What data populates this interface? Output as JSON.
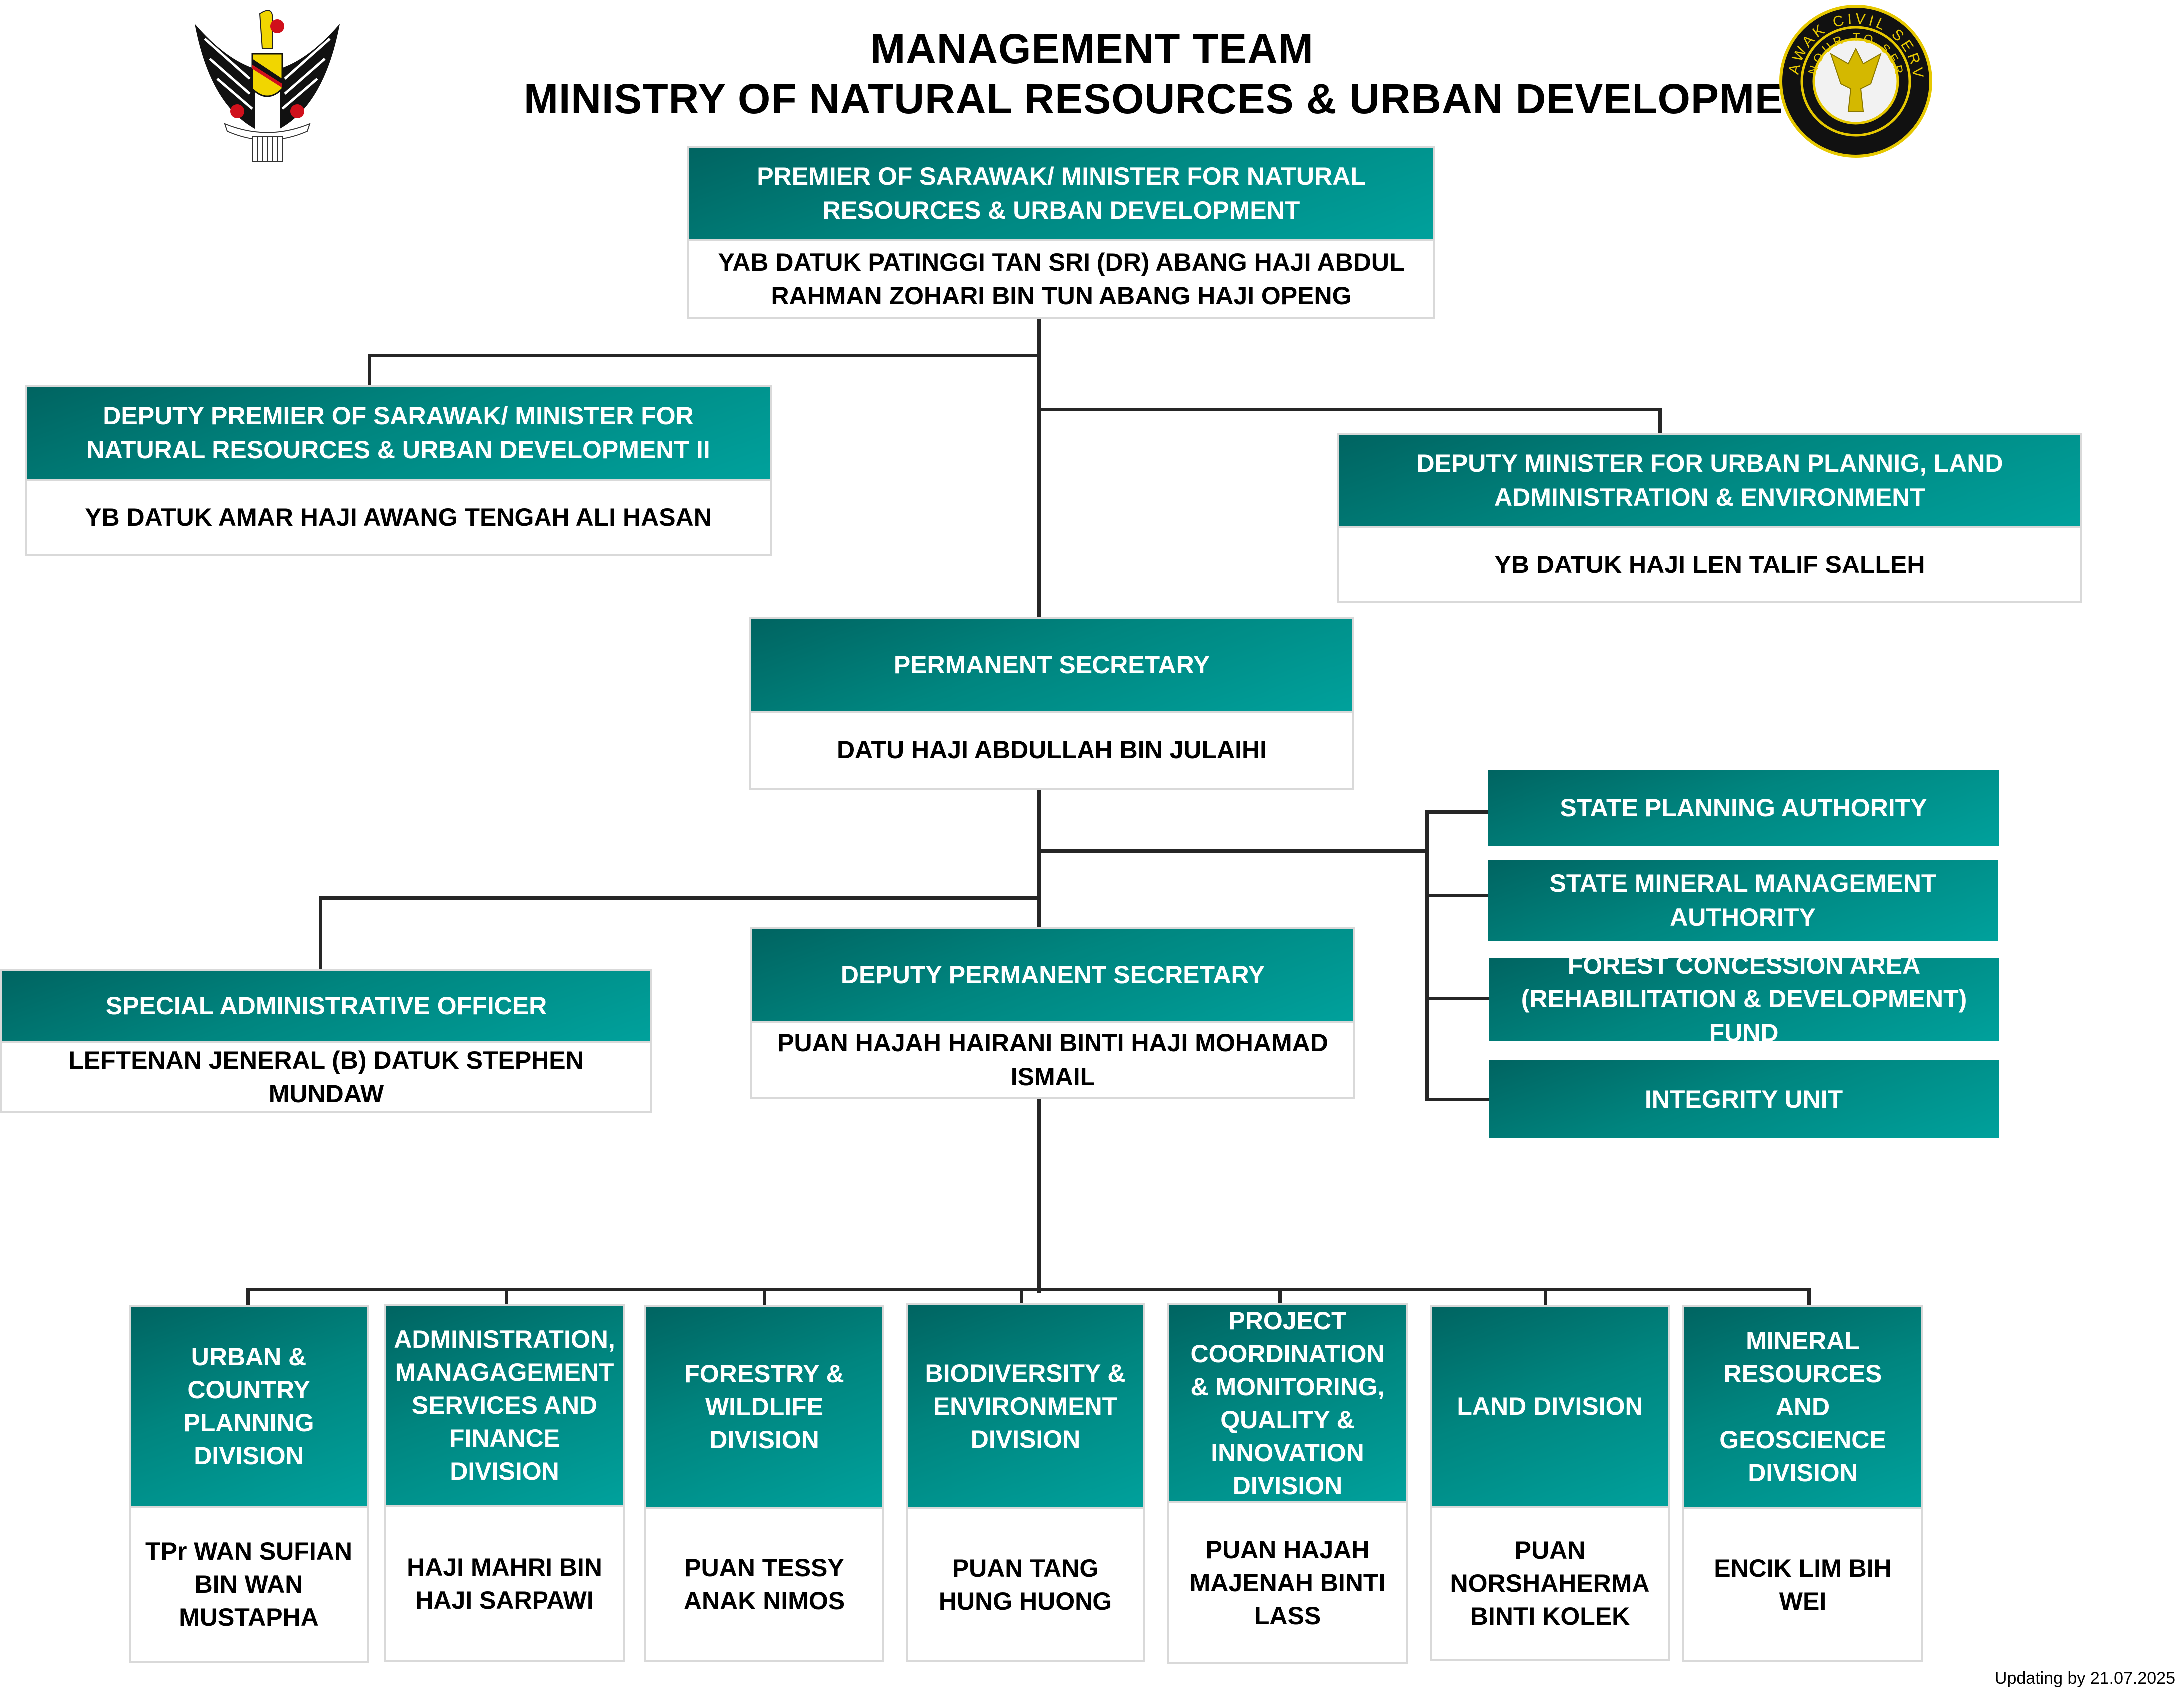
{
  "header": {
    "title_line1": "MANAGEMENT TEAM",
    "title_line2": "MINISTRY OF NATURAL RESOURCES & URBAN DEVELOPMENT",
    "left_logo": "sarawak-coat-of-arms",
    "right_logo": {
      "name": "sarawak-civil-service-emblem",
      "outer_text": "SARAWAK CIVIL SERVICE",
      "inner_text": "HONOUR TO SERVE"
    }
  },
  "colors": {
    "header_gradient_dark": "#006461",
    "header_gradient_light": "#00a19c",
    "connector": "#262626",
    "box_border": "#d9d9d9"
  },
  "premier": {
    "title": "PREMIER OF SARAWAK/ MINISTER FOR NATURAL RESOURCES & URBAN DEVELOPMENT",
    "name": "YAB DATUK PATINGGI TAN SRI (DR) ABANG HAJI ABDUL RAHMAN ZOHARI BIN TUN ABANG HAJI OPENG"
  },
  "deputy_premier": {
    "title": "DEPUTY PREMIER OF SARAWAK/ MINISTER FOR NATURAL RESOURCES & URBAN DEVELOPMENT II",
    "name": "YB DATUK AMAR HAJI AWANG TENGAH ALI HASAN"
  },
  "deputy_minister": {
    "title": "DEPUTY MINISTER FOR URBAN PLANNIG, LAND ADMINISTRATION & ENVIRONMENT",
    "name": "YB DATUK HAJI LEN TALIF SALLEH"
  },
  "permanent_secretary": {
    "title": "PERMANENT SECRETARY",
    "name": "DATU HAJI ABDULLAH BIN JULAIHI"
  },
  "special_admin_officer": {
    "title": "SPECIAL ADMINISTRATIVE OFFICER",
    "name": "LEFTENAN JENERAL (B) DATUK STEPHEN MUNDAW"
  },
  "deputy_permanent_secretary": {
    "title": "DEPUTY PERMANENT SECRETARY",
    "name": "PUAN HAJAH HAIRANI BINTI HAJI MOHAMAD ISMAIL"
  },
  "units": [
    "STATE PLANNING AUTHORITY",
    "STATE MINERAL MANAGEMENT AUTHORITY",
    "FOREST CONCESSION AREA (REHABILITATION & DEVELOPMENT) FUND",
    "INTEGRITY UNIT"
  ],
  "divisions": [
    {
      "title": "URBAN & COUNTRY PLANNING DIVISION",
      "name": "TPr WAN SUFIAN BIN WAN MUSTAPHA"
    },
    {
      "title": "ADMINISTRATION, MANAGAGEMENT SERVICES AND FINANCE DIVISION",
      "name": "HAJI MAHRI BIN HAJI SARPAWI"
    },
    {
      "title": "FORESTRY & WILDLIFE DIVISION",
      "name": "PUAN TESSY ANAK NIMOS"
    },
    {
      "title": "BIODIVERSITY & ENVIRONMENT DIVISION",
      "name": "PUAN TANG HUNG HUONG"
    },
    {
      "title": "PROJECT COORDINATION & MONITORING, QUALITY & INNOVATION DIVISION",
      "name": "PUAN HAJAH MAJENAH BINTI LASS"
    },
    {
      "title": "LAND DIVISION",
      "name": "PUAN NORSHAHERMA BINTI KOLEK"
    },
    {
      "title": "MINERAL RESOURCES AND GEOSCIENCE DIVISION",
      "name": "ENCIK LIM BIH WEI"
    }
  ],
  "footer": "Updating by 21.07.2025"
}
